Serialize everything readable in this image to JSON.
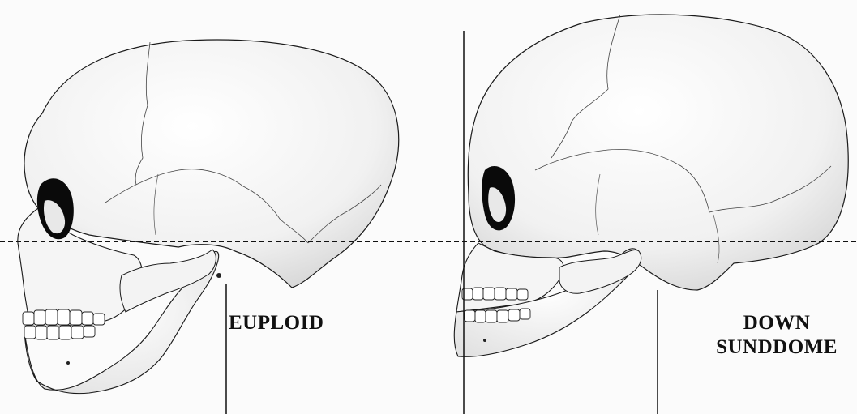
{
  "labels": {
    "euploid": "EUPLOID",
    "down_line1": "DOWN",
    "down_line2": "SUNDDOME"
  },
  "colors": {
    "background": "#fbfbfb",
    "bone": "#f7f7f7",
    "bone_shade": "#d6d6d6",
    "outline": "#1a1a1a",
    "orbit": "#0a0a0a",
    "reference_line": "#111111"
  }
}
